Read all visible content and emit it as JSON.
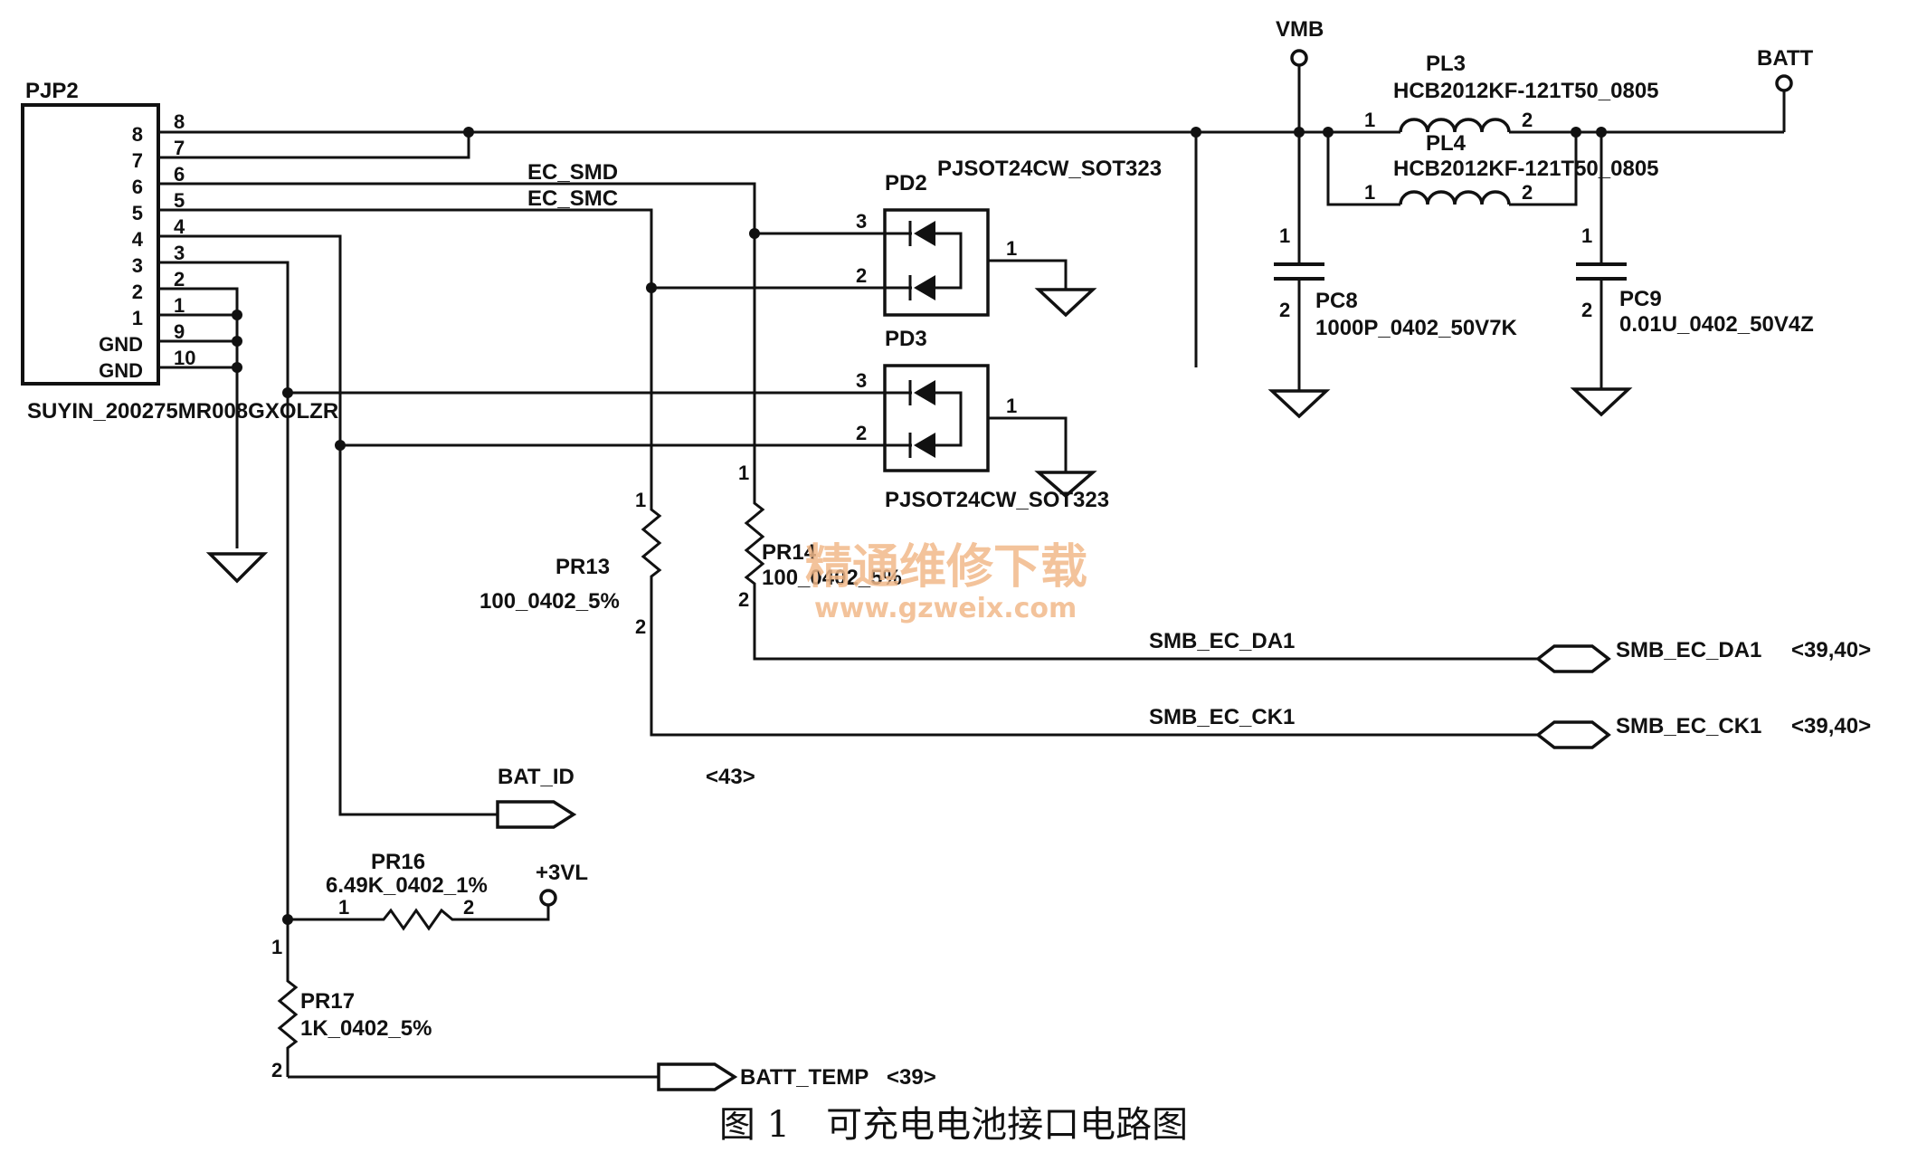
{
  "connector": {
    "ref": "PJP2",
    "part": "SUYIN_200275MR008GXOLZR",
    "left_pins": [
      "8",
      "7",
      "6",
      "5",
      "4",
      "3",
      "2",
      "1",
      "GND",
      "GND"
    ],
    "right_pins": [
      "8",
      "7",
      "6",
      "5",
      "4",
      "3",
      "2",
      "1",
      "9",
      "10"
    ]
  },
  "nets": {
    "ec_smd": "EC_SMD",
    "ec_smc": "EC_SMC",
    "vmb": "VMB",
    "batt": "BATT",
    "smb_da1": "SMB_EC_DA1",
    "smb_ck1": "SMB_EC_CK1",
    "bat_id": "BAT_ID",
    "bat_id_ref": "<43>",
    "v3vl": "+3VL",
    "batt_temp": "BATT_TEMP",
    "batt_temp_ref": "<39>",
    "off_ref_da1": "<39,40>",
    "off_ref_ck1": "<39,40>"
  },
  "inductors": {
    "pl3_ref": "PL3",
    "pl3_part": "HCB2012KF-121T50_0805",
    "pl4_ref": "PL4",
    "pl4_part": "HCB2012KF-121T50_0805"
  },
  "capacitors": {
    "pc8_ref": "PC8",
    "pc8_value": "1000P_0402_50V7K",
    "pc9_ref": "PC9",
    "pc9_value": "0.01U_0402_50V4Z"
  },
  "diodes": {
    "pd2_ref": "PD2",
    "pd2_part": "PJSOT24CW_SOT323",
    "pd3_ref": "PD3",
    "pd3_part": "PJSOT24CW_SOT323"
  },
  "resistors": {
    "pr13_ref": "PR13",
    "pr13_value": "100_0402_5%",
    "pr14_ref": "PR14",
    "pr14_value": "100_0402_5%",
    "pr16_ref": "PR16",
    "pr16_value": "6.49K_0402_1%",
    "pr17_ref": "PR17",
    "pr17_value": "1K_0402_5%"
  },
  "pin_numbers": {
    "one": "1",
    "two": "2",
    "three": "3"
  },
  "watermark": {
    "text": "精通维修下载",
    "url": "www.gzweix.com"
  },
  "caption": "图 1　可充电电池接口电路图"
}
